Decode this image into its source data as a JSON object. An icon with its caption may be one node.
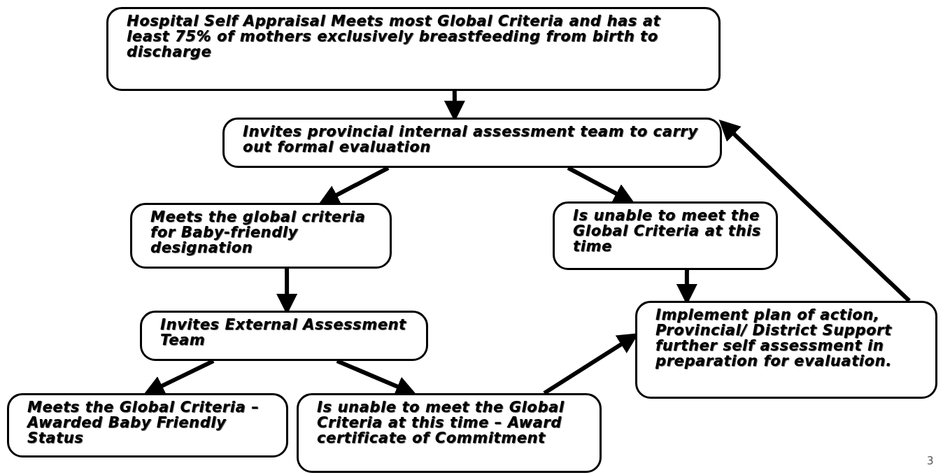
{
  "diagram": {
    "nodes": [
      {
        "text": [
          "Hospital  Self Appraisal Meets most Global Criteria and has at least 75% of mothers exclusively breastfeeding from birth to discharge"
        ]
      },
      {
        "text": [
          "Invites provincial internal assessment team to carry out formal evaluation"
        ]
      },
      {
        "text": [
          "Meets the global criteria for Baby-friendly designation"
        ]
      },
      {
        "text": [
          "Is unable to meet the Global Criteria at this time"
        ]
      },
      {
        "text": [
          "Invites External Assessment Team"
        ]
      },
      {
        "text": [
          "Implement plan of action, Provincial/ District Support further self assessment in preparation for evaluation."
        ]
      },
      {
        "text": [
          "Meets the Global Criteria – Awarded Baby Friendly Status"
        ]
      },
      {
        "text": [
          "Is unable to meet the Global Criteria at this time – Award certificate of Commitment"
        ]
      }
    ],
    "edges": [
      {
        "from": 0,
        "to": 1,
        "arrow": "to"
      },
      {
        "from": 1,
        "to": 2,
        "arrow": "to"
      },
      {
        "from": 1,
        "to": 3,
        "arrow": "to"
      },
      {
        "from": 3,
        "to": 5,
        "arrow": "to"
      },
      {
        "from": 5,
        "to": 1,
        "arrow": "to"
      },
      {
        "from": 2,
        "to": 4,
        "arrow": "to"
      },
      {
        "from": 4,
        "to": 6,
        "arrow": "to"
      },
      {
        "from": 4,
        "to": 7,
        "arrow": "to"
      },
      {
        "from": 7,
        "to": 5,
        "arrow": "to"
      }
    ],
    "labels": [
      "3"
    ]
  }
}
